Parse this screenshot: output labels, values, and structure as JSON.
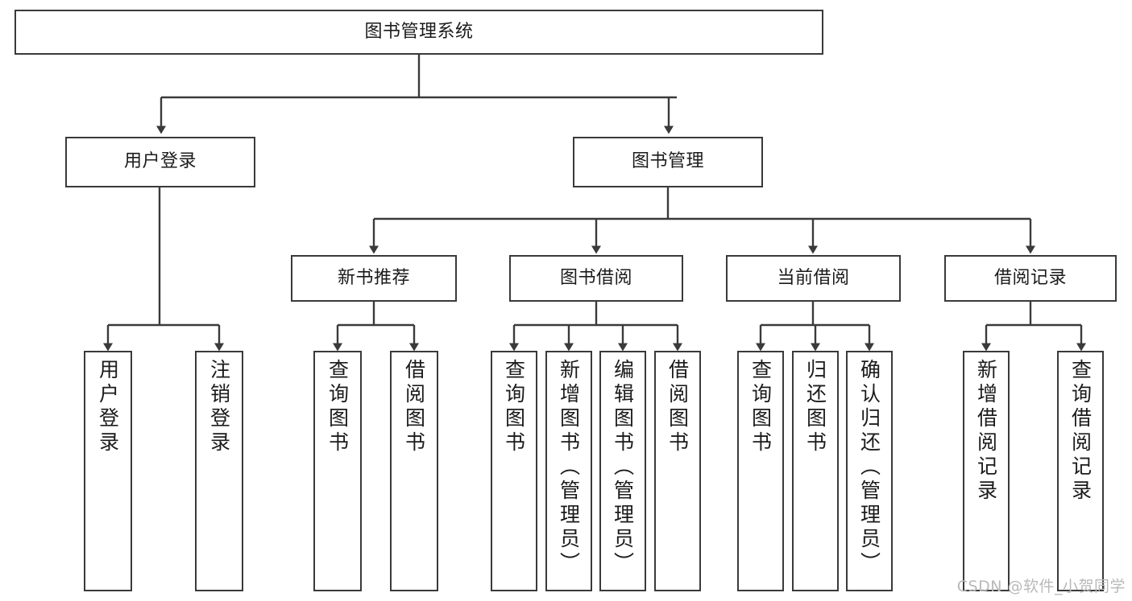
{
  "diagram": {
    "title": "图书管理系统",
    "type": "tree-hierarchy",
    "root": {
      "id": "root",
      "label": "图书管理系统"
    },
    "level2": [
      {
        "id": "user-login",
        "label": "用户登录"
      },
      {
        "id": "book-management",
        "label": "图书管理"
      }
    ],
    "level3": [
      {
        "id": "new-book-recommend",
        "label": "新书推荐"
      },
      {
        "id": "book-borrow",
        "label": "图书借阅"
      },
      {
        "id": "current-borrow",
        "label": "当前借阅"
      },
      {
        "id": "borrow-record",
        "label": "借阅记录"
      }
    ],
    "leaves": {
      "user_login": [
        {
          "id": "leaf-user-login",
          "label": "用户登录"
        },
        {
          "id": "leaf-logout-login",
          "label": "注销登录"
        }
      ],
      "new_book_recommend": [
        {
          "id": "leaf-query-book-1",
          "label": "查询图书"
        },
        {
          "id": "leaf-borrow-book-1",
          "label": "借阅图书"
        }
      ],
      "book_borrow": [
        {
          "id": "leaf-query-book-2",
          "label": "查询图书"
        },
        {
          "id": "leaf-add-book-admin",
          "label": "新增图书（管理员）"
        },
        {
          "id": "leaf-edit-book-admin",
          "label": "编辑图书（管理员）"
        },
        {
          "id": "leaf-borrow-book-2",
          "label": "借阅图书"
        }
      ],
      "current_borrow": [
        {
          "id": "leaf-query-book-3",
          "label": "查询图书"
        },
        {
          "id": "leaf-return-book",
          "label": "归还图书"
        },
        {
          "id": "leaf-confirm-return-admin",
          "label": "确认归还（管理员）"
        }
      ],
      "borrow_record": [
        {
          "id": "leaf-add-borrow-record",
          "label": "新增借阅记录"
        },
        {
          "id": "leaf-query-borrow-record",
          "label": "查询借阅记录"
        }
      ]
    }
  },
  "watermark": {
    "text": "CSDN @软件_小贺同学"
  },
  "colors": {
    "stroke": "#3a3a3a",
    "background": "#ffffff",
    "text": "#1b1b1b",
    "watermark": "#b9b9b9"
  }
}
